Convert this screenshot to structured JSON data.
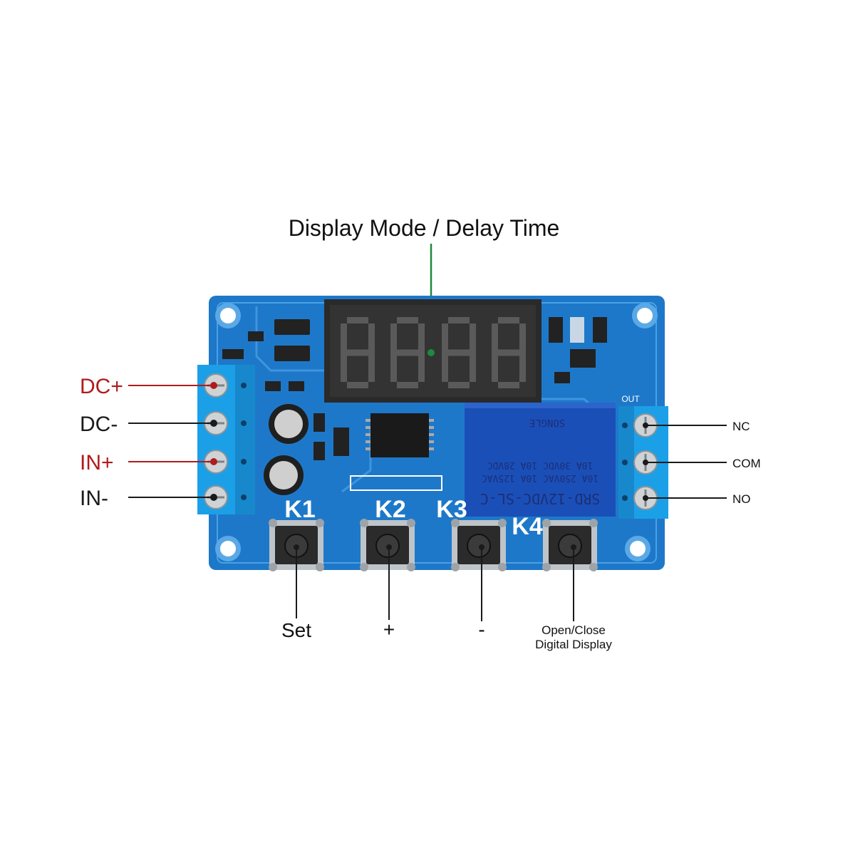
{
  "title": "Display Mode / Delay Time",
  "left_pins": [
    {
      "label": "DC+",
      "color": "#b01c1c"
    },
    {
      "label": "DC-",
      "color": "#1a1a1a"
    },
    {
      "label": "IN+",
      "color": "#b01c1c"
    },
    {
      "label": "IN-",
      "color": "#1a1a1a"
    }
  ],
  "right_pins": [
    "NC",
    "COM",
    "NO"
  ],
  "out_label": "OUT",
  "key_labels": [
    "K1",
    "K2",
    "K3",
    "K4"
  ],
  "buttons": {
    "set": "Set",
    "plus": "+",
    "minus": "-",
    "display_line1": "Open/Close",
    "display_line2": "Digital Display"
  },
  "display_digits": "8.8.8.8",
  "relay": {
    "model": "SRD-12VDC-SL-C",
    "line1": "10A 250VAC  10A 125VAC",
    "line2": "10A 30VDC   10A 28VDC",
    "brand": "SONGLE"
  },
  "colors": {
    "pcb": "#1e78c9",
    "relay": "#1b4fb8",
    "leader_green": "#1e8a3c",
    "leader_red": "#b01c1c"
  }
}
